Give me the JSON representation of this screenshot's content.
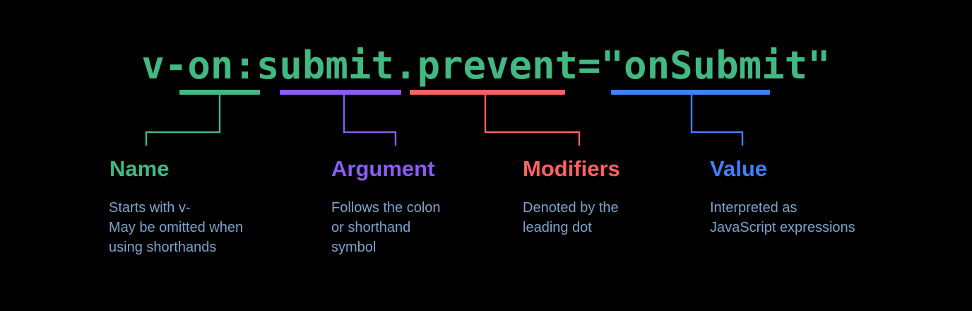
{
  "background_color": "#000000",
  "code": {
    "text": "v-on:submit.prevent=\"onSubmit\"",
    "color": "#42b883"
  },
  "colors": {
    "name": "#42b883",
    "argument": "#8b5cf6",
    "modifiers": "#ff6161",
    "value": "#417ffb",
    "description_text": "#7da4cc"
  },
  "parts": [
    {
      "key": "name",
      "heading": "Name",
      "description": "Starts with v-\nMay be omitted when\nusing shorthands",
      "segment": "v-on",
      "color": "#42b883"
    },
    {
      "key": "argument",
      "heading": "Argument",
      "description": "Follows the colon\nor shorthand\nsymbol",
      "segment": ":submit",
      "color": "#8b5cf6"
    },
    {
      "key": "modifiers",
      "heading": "Modifiers",
      "description": "Denoted by the\nleading dot",
      "segment": ".prevent",
      "color": "#ff6161"
    },
    {
      "key": "value",
      "heading": "Value",
      "description": "Interpreted as\nJavaScript expressions",
      "segment": "\"onSubmit\"",
      "color": "#417ffb"
    }
  ]
}
